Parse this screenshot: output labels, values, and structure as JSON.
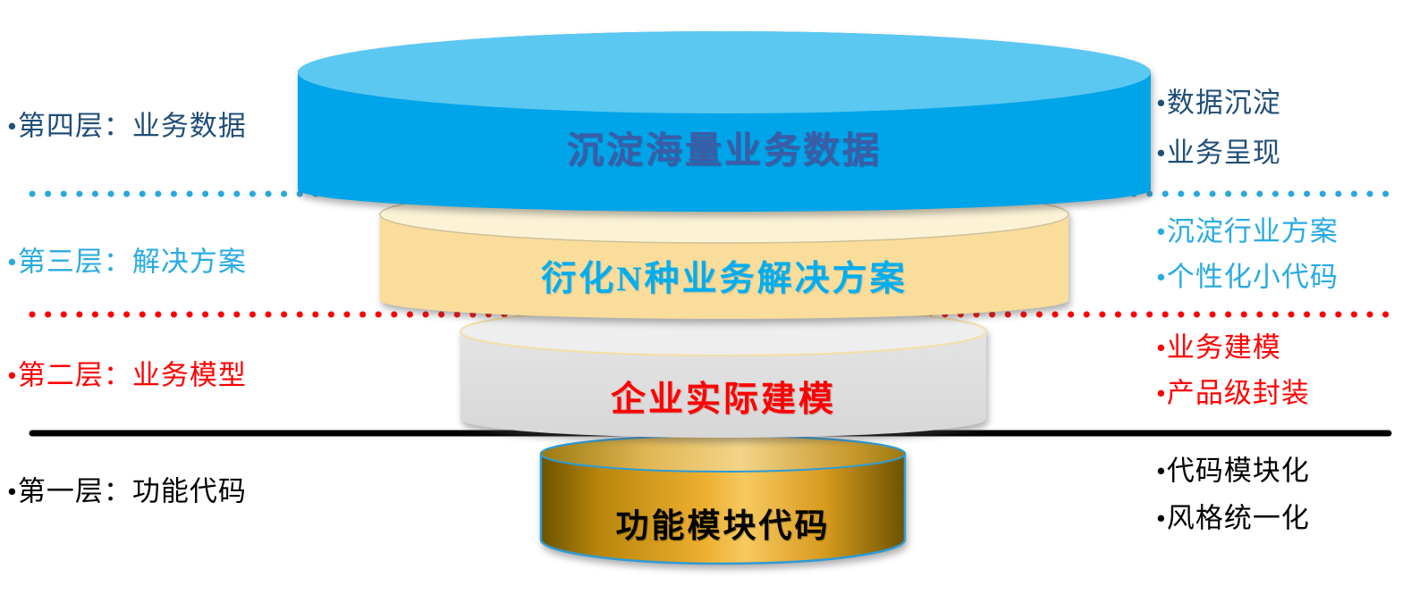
{
  "figure": {
    "description": "four-tier stacked cylinder funnel diagram",
    "layers": [
      {
        "tier": "第四层",
        "left_label": "•第四层：业务数据",
        "cylinder_label": "沉淀海量业务数据",
        "right_labels": [
          "•数据沉淀",
          "•业务呈现"
        ],
        "accent_color": "#1F4E79",
        "cylinder_top_color": "#5BC8F2",
        "cylinder_body_color": "#00A4E8",
        "cylinder_text_color": "#3D5CA6"
      },
      {
        "tier": "第三层",
        "left_label": "•第三层：解决方案",
        "cylinder_label": "衍化N种业务解决方案",
        "right_labels": [
          "•沉淀行业方案",
          "•个性化小代码"
        ],
        "accent_color": "#29ABE2",
        "cylinder_top_color": "#FCF3D6",
        "cylinder_body_color": "#FADD9B",
        "cylinder_text_color": "#00AEEF"
      },
      {
        "tier": "第二层",
        "left_label": "•第二层：业务模型",
        "cylinder_label": "企业实际建模",
        "right_labels": [
          "•业务建模",
          "•产品级封装"
        ],
        "accent_color": "#FF0000",
        "cylinder_top_color": "#EEEEEE",
        "cylinder_body_color": "#DCDCDC",
        "cylinder_text_color": "#FF0000"
      },
      {
        "tier": "第一层",
        "left_label": "•第一层：功能代码",
        "cylinder_label": "功能模块代码",
        "right_labels": [
          "•代码模块化",
          "•风格统一化"
        ],
        "accent_color": "#000000",
        "cylinder_top_color": "#F6CE6A",
        "cylinder_body_color": "#F0B93C",
        "cylinder_outline_color": "#2E9BD6",
        "cylinder_text_color": "#000000"
      }
    ],
    "separators": [
      {
        "style": "dotted",
        "color": "#2AA7DF"
      },
      {
        "style": "dotted",
        "color": "#FF0000"
      },
      {
        "style": "solid",
        "color": "#000000"
      }
    ]
  }
}
